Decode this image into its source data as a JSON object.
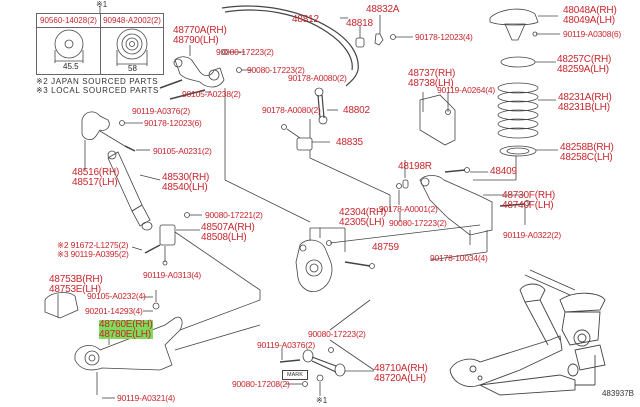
{
  "diagram": {
    "figure_code": "483937B",
    "colors": {
      "label": "#c8262c",
      "highlight": "#7ddc5a",
      "line": "#444444"
    },
    "washer_table": {
      "marker": "※1",
      "columns": [
        {
          "part": "90560-14028(2)",
          "dimension": "45.5"
        },
        {
          "part": "90948-A2002(2)",
          "dimension": "58"
        }
      ]
    },
    "notes": [
      "※2 JAPAN SOURCED PARTS",
      "※3 LOCAL SOURCED PARTS"
    ],
    "mark_box": "MARK",
    "footnote_marker": "※1",
    "labels": {
      "p48770": [
        "48770A(RH)",
        "48790(LH)"
      ],
      "p90080_17223_a": "90080-17223(2)",
      "p90080_17223_b": "90080-17223(2)",
      "p90105_a0238": "90105-A0238(2)",
      "p48812": "48812",
      "p48818": "48818",
      "p48832a": "48832A",
      "p90178_12023_4": "90178-12023(4)",
      "p90178_a0080_a": "90178-A0080(2)",
      "p90178_a0080_b": "90178-A0080(2)",
      "p48802": "48802",
      "p48835": "48835",
      "p48048": [
        "48048A(RH)",
        "48049A(LH)"
      ],
      "p90119_a0308": "90119-A0308(6)",
      "p48257": [
        "48257C(RH)",
        "48259A(LH)"
      ],
      "p48231": [
        "48231A(RH)",
        "48231B(LH)"
      ],
      "p48737": [
        "48737(RH)",
        "48738(LH)"
      ],
      "p90119_a0264": "90119-A0264(4)",
      "p90119_a0376_a": "90119-A0376(2)",
      "p90178_12023_6": "90178-12023(6)",
      "p90105_a0231": "90105-A0231(2)",
      "p48516": [
        "48516(RH)",
        "48517(LH)"
      ],
      "p48530": [
        "48530(RH)",
        "48540(LH)"
      ],
      "p48258": [
        "48258B(RH)",
        "48258C(LH)"
      ],
      "p48198r": "48198R",
      "p48409": "48409",
      "p48730": [
        "48730F(RH)",
        "48740F(LH)"
      ],
      "p90178_a0001": "90178-A0001(2)",
      "p90080_17221": "90080-17221(2)",
      "p48507": [
        "48507A(RH)",
        "48508(LH)"
      ],
      "p91672": "※2 91672-L1275(2)",
      "p90119_a0395": "※3 90119-A0395(2)",
      "p90119_a0313": "90119-A0313(4)",
      "p42304": [
        "42304(RH)",
        "42305(LH)"
      ],
      "p48759": "48759",
      "p90080_17223_c": "90080-17223(2)",
      "p90178_10034": "90178-10034(4)",
      "p90119_a0322": "90119-A0322(2)",
      "p48753": [
        "48753B(RH)",
        "48753E(LH)"
      ],
      "p90105_a0232": "90105-A0232(4)",
      "p90201_14293": "90201-14293(4)",
      "p48760": [
        "48760E(RH)",
        "48780E(LH)"
      ],
      "p90119_a0321": "90119-A0321(4)",
      "p90080_17223_d": "90080-17223(2)",
      "p90119_a0376_b": "90119-A0376(2)",
      "p90080_17208": "90080-17208(2)",
      "p48710": [
        "48710A(RH)",
        "48720A(LH)"
      ]
    }
  }
}
